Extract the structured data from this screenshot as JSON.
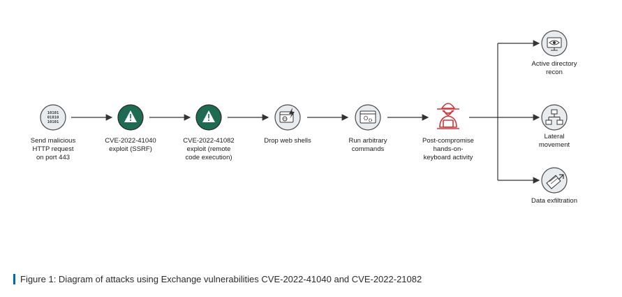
{
  "diagram": {
    "steps": [
      {
        "label": "Send malicious\nHTTP request\non port 443",
        "icon": "binary-data-icon"
      },
      {
        "label": "CVE-2022-41040\nexploit (SSRF)",
        "icon": "warning-icon"
      },
      {
        "label": "CVE-2022-41082\nexploit (remote\ncode execution)",
        "icon": "warning-icon"
      },
      {
        "label": "Drop web shells",
        "icon": "web-shell-icon"
      },
      {
        "label": "Run arbitrary\ncommands",
        "icon": "gear-window-icon"
      },
      {
        "label": "Post-compromise\nhands-on-\nkeyboard activity",
        "icon": "hacker-icon"
      }
    ],
    "outcomes": [
      {
        "label": "Active directory\nrecon",
        "icon": "eye-monitor-icon"
      },
      {
        "label": "Lateral\nmovement",
        "icon": "network-icon"
      },
      {
        "label": "Data exfiltration",
        "icon": "data-exfiltration-icon"
      }
    ]
  },
  "caption": "Figure 1: Diagram of attacks using Exchange vulnerabilities CVE-2022-41040 and CVE-2022-21082",
  "colors": {
    "icon_fill": "#e9ecef",
    "icon_stroke": "#4a4a4a",
    "warning_green": "#1e6b52",
    "hacker_red": "#d13438",
    "arrow": "#333333",
    "caption_bar": "#0067b8"
  }
}
